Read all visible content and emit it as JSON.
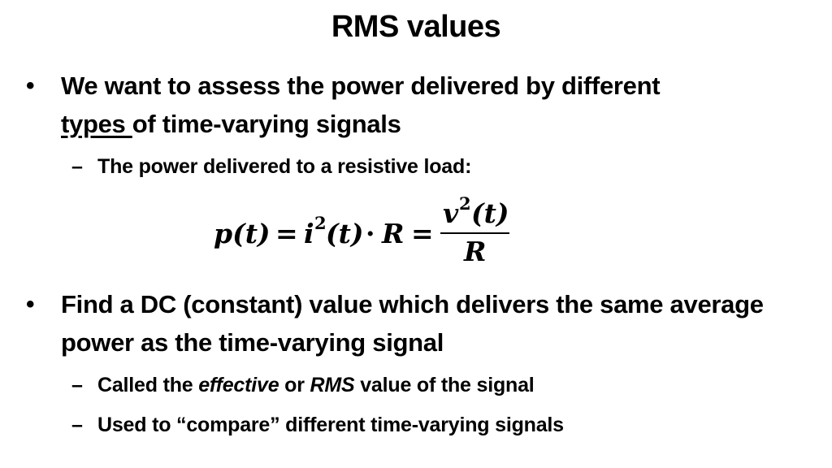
{
  "slide": {
    "title": "RMS values",
    "bullet_char": "•",
    "dash_char": "–",
    "bullet1": {
      "text_before": "We want to assess the power delivered by different",
      "underlined": "types ",
      "text_after": "of time-varying signals"
    },
    "sub1": {
      "text": "The power delivered to a resistive load:"
    },
    "formula": {
      "lhs": "p(t)",
      "eq1": "=",
      "term1": "i",
      "term1_sup": "2",
      "term1_arg": "(t)",
      "dot": "·",
      "term2": "R",
      "eq2": "=",
      "numerator": "v",
      "numerator_sup": "2",
      "numerator_arg": "(t)",
      "denominator": "R"
    },
    "bullet2": {
      "text": "Find a DC (constant) value which delivers the same average power as the time-varying signal"
    },
    "sub2": {
      "before": "Called the ",
      "em1": "effective",
      "middle": " or ",
      "em2": "RMS",
      "after": " value of the signal"
    },
    "sub3": {
      "text": "Used to “compare” different time-varying signals"
    }
  }
}
